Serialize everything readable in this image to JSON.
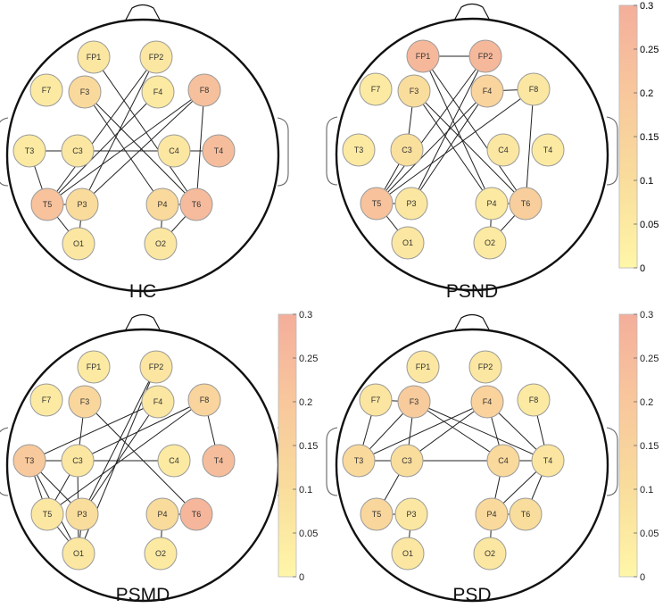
{
  "colorbar": {
    "min": 0,
    "max": 0.3,
    "ticks": [
      "0",
      "0.05",
      "0.1",
      "0.15",
      "0.2",
      "0.25",
      "0.3"
    ],
    "colors": [
      "#fff6a8",
      "#f9dd9c",
      "#f8c79c",
      "#f4ae9b"
    ]
  },
  "colors": {
    "node_stroke": "#9a9a9a",
    "edge": "#222222",
    "head": "#111111"
  },
  "panels": [
    {
      "title": "HC",
      "nodes": [
        {
          "label": "FP1",
          "value": 0.06
        },
        {
          "label": "FP2",
          "value": 0.06
        },
        {
          "label": "F7",
          "value": 0.05
        },
        {
          "label": "F3",
          "value": 0.12
        },
        {
          "label": "F4",
          "value": 0.05
        },
        {
          "label": "F8",
          "value": 0.23
        },
        {
          "label": "T3",
          "value": 0.05
        },
        {
          "label": "C3",
          "value": 0.06
        },
        {
          "label": "C4",
          "value": 0.06
        },
        {
          "label": "T4",
          "value": 0.24
        },
        {
          "label": "T5",
          "value": 0.22
        },
        {
          "label": "P3",
          "value": 0.11
        },
        {
          "label": "P4",
          "value": 0.12
        },
        {
          "label": "T6",
          "value": 0.25
        },
        {
          "label": "O1",
          "value": 0.06
        },
        {
          "label": "O2",
          "value": 0.06
        }
      ],
      "edges": [
        [
          "F3",
          "P4"
        ],
        [
          "F3",
          "T6"
        ],
        [
          "FP1",
          "T6"
        ],
        [
          "FP2",
          "T5"
        ],
        [
          "FP2",
          "P3"
        ],
        [
          "F4",
          "T5"
        ],
        [
          "F8",
          "T5"
        ],
        [
          "F8",
          "P3"
        ],
        [
          "F8",
          "T6"
        ],
        [
          "T3",
          "C3"
        ],
        [
          "T3",
          "T5"
        ],
        [
          "C3",
          "T4"
        ],
        [
          "T5",
          "P3"
        ],
        [
          "T5",
          "O1"
        ],
        [
          "P3",
          "O1"
        ],
        [
          "P4",
          "T6"
        ],
        [
          "P4",
          "O2"
        ],
        [
          "T6",
          "O2"
        ]
      ]
    },
    {
      "title": "PSND",
      "nodes": [
        {
          "label": "FP1",
          "value": 0.26
        },
        {
          "label": "FP2",
          "value": 0.26
        },
        {
          "label": "F7",
          "value": 0.05
        },
        {
          "label": "F3",
          "value": 0.1
        },
        {
          "label": "F4",
          "value": 0.14
        },
        {
          "label": "F8",
          "value": 0.06
        },
        {
          "label": "T3",
          "value": 0.05
        },
        {
          "label": "C3",
          "value": 0.09
        },
        {
          "label": "C4",
          "value": 0.06
        },
        {
          "label": "T4",
          "value": 0.05
        },
        {
          "label": "T5",
          "value": 0.22
        },
        {
          "label": "P3",
          "value": 0.06
        },
        {
          "label": "P4",
          "value": 0.05
        },
        {
          "label": "T6",
          "value": 0.17
        },
        {
          "label": "O1",
          "value": 0.06
        },
        {
          "label": "O2",
          "value": 0.05
        }
      ],
      "edges": [
        [
          "FP1",
          "FP2"
        ],
        [
          "FP1",
          "P4"
        ],
        [
          "FP1",
          "T6"
        ],
        [
          "FP2",
          "T5"
        ],
        [
          "FP2",
          "P3"
        ],
        [
          "F3",
          "P4"
        ],
        [
          "F3",
          "T6"
        ],
        [
          "F3",
          "C3"
        ],
        [
          "F4",
          "F8"
        ],
        [
          "F4",
          "T5"
        ],
        [
          "F4",
          "P3"
        ],
        [
          "F8",
          "T5"
        ],
        [
          "F8",
          "T6"
        ],
        [
          "C3",
          "T5"
        ],
        [
          "T5",
          "P3"
        ],
        [
          "T5",
          "O1"
        ],
        [
          "P4",
          "T6"
        ],
        [
          "P4",
          "O2"
        ],
        [
          "T6",
          "O2"
        ]
      ]
    },
    {
      "title": "PSMD",
      "nodes": [
        {
          "label": "FP1",
          "value": 0.05
        },
        {
          "label": "FP2",
          "value": 0.07
        },
        {
          "label": "F7",
          "value": 0.05
        },
        {
          "label": "F3",
          "value": 0.13
        },
        {
          "label": "F4",
          "value": 0.06
        },
        {
          "label": "F8",
          "value": 0.14
        },
        {
          "label": "T3",
          "value": 0.19
        },
        {
          "label": "C3",
          "value": 0.06
        },
        {
          "label": "C4",
          "value": 0.05
        },
        {
          "label": "T4",
          "value": 0.24
        },
        {
          "label": "T5",
          "value": 0.06
        },
        {
          "label": "P3",
          "value": 0.1
        },
        {
          "label": "P4",
          "value": 0.11
        },
        {
          "label": "T6",
          "value": 0.27
        },
        {
          "label": "O1",
          "value": 0.06
        },
        {
          "label": "O2",
          "value": 0.05
        }
      ],
      "edges": [
        [
          "FP2",
          "O1"
        ],
        [
          "FP2",
          "P3"
        ],
        [
          "F3",
          "C3"
        ],
        [
          "F3",
          "T6"
        ],
        [
          "F4",
          "T3"
        ],
        [
          "F4",
          "P3"
        ],
        [
          "F8",
          "C3"
        ],
        [
          "F8",
          "T5"
        ],
        [
          "F8",
          "T4"
        ],
        [
          "T3",
          "C3"
        ],
        [
          "T3",
          "T5"
        ],
        [
          "T3",
          "P3"
        ],
        [
          "T3",
          "O1"
        ],
        [
          "C3",
          "C4"
        ],
        [
          "C3",
          "T5"
        ],
        [
          "C3",
          "O1"
        ],
        [
          "T5",
          "O1"
        ],
        [
          "P3",
          "O1"
        ],
        [
          "P4",
          "T6"
        ],
        [
          "P4",
          "O2"
        ]
      ]
    },
    {
      "title": "PSD",
      "nodes": [
        {
          "label": "FP1",
          "value": 0.06
        },
        {
          "label": "FP2",
          "value": 0.06
        },
        {
          "label": "F7",
          "value": 0.07
        },
        {
          "label": "F3",
          "value": 0.18
        },
        {
          "label": "F4",
          "value": 0.15
        },
        {
          "label": "F8",
          "value": 0.05
        },
        {
          "label": "T3",
          "value": 0.12
        },
        {
          "label": "C3",
          "value": 0.1
        },
        {
          "label": "C4",
          "value": 0.12
        },
        {
          "label": "T4",
          "value": 0.07
        },
        {
          "label": "T5",
          "value": 0.13
        },
        {
          "label": "P3",
          "value": 0.06
        },
        {
          "label": "P4",
          "value": 0.12
        },
        {
          "label": "T6",
          "value": 0.1
        },
        {
          "label": "O1",
          "value": 0.06
        },
        {
          "label": "O2",
          "value": 0.06
        }
      ],
      "edges": [
        [
          "F7",
          "F3"
        ],
        [
          "F7",
          "T3"
        ],
        [
          "F3",
          "C4"
        ],
        [
          "F3",
          "T4"
        ],
        [
          "F3",
          "T3"
        ],
        [
          "F3",
          "C3"
        ],
        [
          "F4",
          "C3"
        ],
        [
          "F4",
          "T3"
        ],
        [
          "F4",
          "C4"
        ],
        [
          "F4",
          "T4"
        ],
        [
          "F8",
          "T4"
        ],
        [
          "T3",
          "C3"
        ],
        [
          "C3",
          "C4"
        ],
        [
          "C3",
          "T5"
        ],
        [
          "C4",
          "T4"
        ],
        [
          "C4",
          "P4"
        ],
        [
          "T4",
          "P4"
        ],
        [
          "T4",
          "T6"
        ],
        [
          "T5",
          "P3"
        ],
        [
          "P4",
          "T6"
        ],
        [
          "P4",
          "O2"
        ],
        [
          "P3",
          "O1"
        ]
      ]
    }
  ]
}
